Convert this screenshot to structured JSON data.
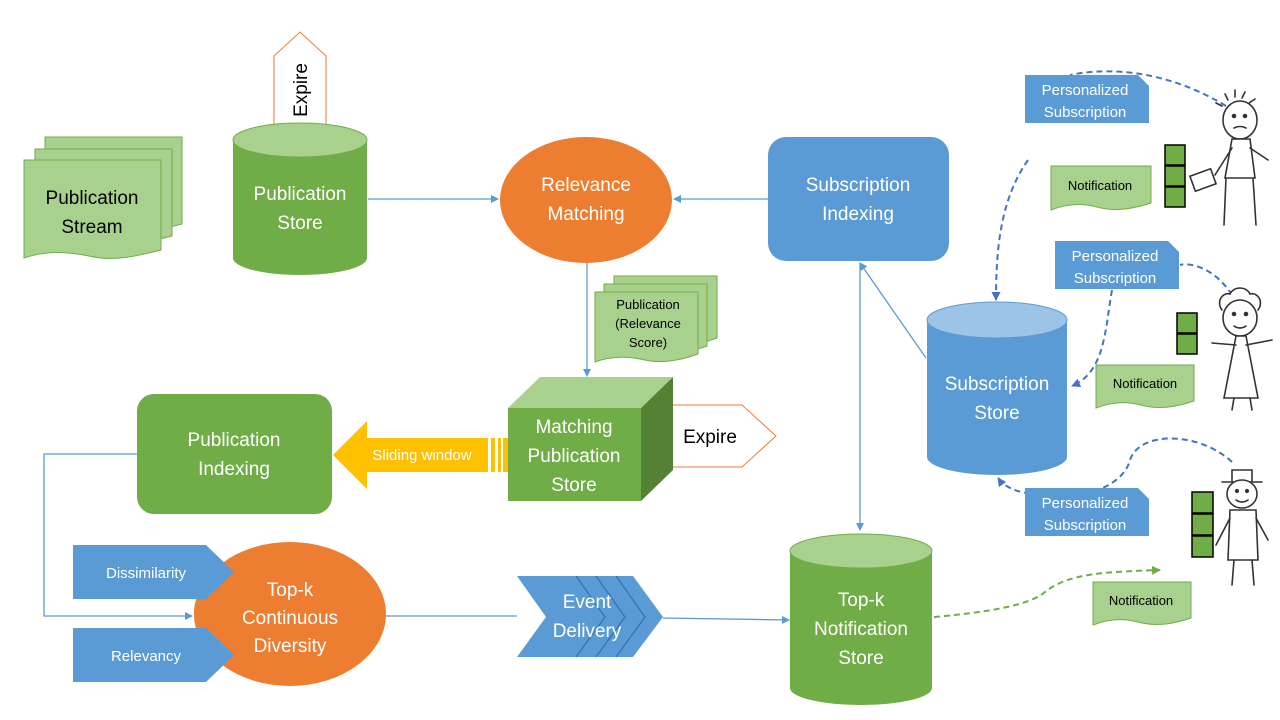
{
  "publication_stream": [
    "Publication",
    "Stream"
  ],
  "publication_store": [
    "Publication",
    "Store"
  ],
  "expire_top": "Expire",
  "relevance_matching": [
    "Relevance",
    "Matching"
  ],
  "subscription_indexing": [
    "Subscription",
    "Indexing"
  ],
  "publication_relevance_score": [
    "Publication",
    "(Relevance",
    "Score)"
  ],
  "matching_publication_store": [
    "Matching",
    "Publication",
    "Store"
  ],
  "expire_right": "Expire",
  "sliding_window": "Sliding window",
  "publication_indexing": [
    "Publication",
    "Indexing"
  ],
  "subscription_store": [
    "Subscription",
    "Store"
  ],
  "dissimilarity": "Dissimilarity",
  "relevancy": "Relevancy",
  "topk_diversity": [
    "Top-k",
    "Continuous",
    "Diversity"
  ],
  "event_delivery": [
    "Event",
    "Delivery"
  ],
  "topk_notification_store": [
    "Top-k",
    "Notification",
    "Store"
  ],
  "personalized_subscription": [
    "Personalized",
    "Subscription"
  ],
  "notification": "Notification",
  "colors": {
    "green_dark": "#70ad47",
    "green_light": "#a9d18e",
    "orange": "#ed7d31",
    "blue": "#5b9bd5",
    "yellow": "#ffc000",
    "connector": "#5b9bd5",
    "dashed_blue": "#4472c4",
    "dashed_green": "#70ad47"
  }
}
